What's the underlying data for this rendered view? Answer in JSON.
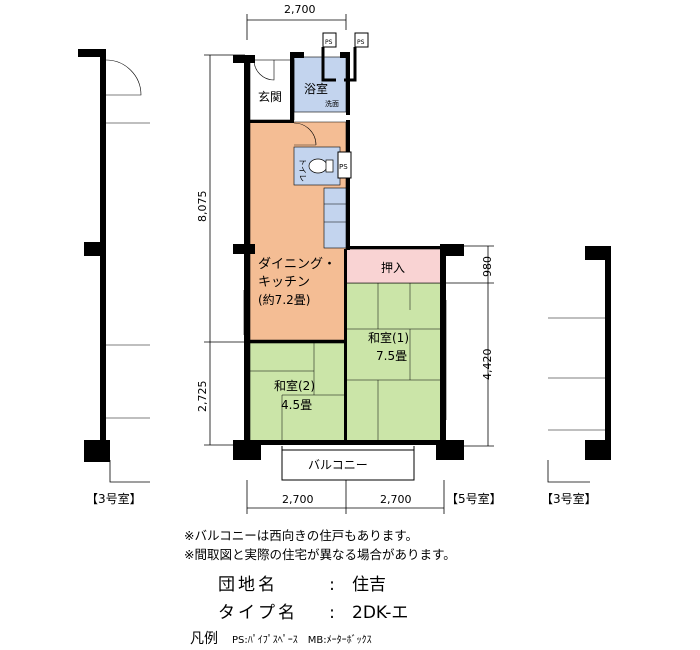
{
  "dimensions": {
    "top_width": "2,700",
    "left_height_upper": "8,075",
    "left_height_lower": "2,725",
    "right_height_upper": "980",
    "right_height_lower": "4,420",
    "bottom_left": "2,700",
    "bottom_right": "2,700"
  },
  "rooms": {
    "entrance": "玄関",
    "bath": "浴室",
    "wash": "洗面",
    "toilet": "トイレ",
    "ps": "PS",
    "dk_line1": "ダイニング・",
    "dk_line2": "キッチン",
    "dk_line3": "(約7.2畳)",
    "closet": "押入",
    "washitsu1_name": "和室(1)",
    "washitsu1_size": "7.5畳",
    "washitsu2_name": "和室(2)",
    "washitsu2_size": "4.5畳",
    "balcony": "バルコニー"
  },
  "neighbors": {
    "left": "【3号室】",
    "center": "【5号室】",
    "right": "【3号室】"
  },
  "notes": [
    "※バルコニーは西向きの住戸もあります。",
    "※間取図と実際の住宅が異なる場合があります。"
  ],
  "info": {
    "danchi_label": "団地名",
    "danchi_value": "住吉",
    "type_label": "タイプ名",
    "type_value": "2DK-エ",
    "separator": ":"
  },
  "legend": {
    "title": "凡例",
    "items": "PS:ﾊﾟｲﾌﾟｽﾍﾟｰｽ　MB:ﾒｰﾀｰﾎﾞｯｸｽ"
  },
  "colors": {
    "dining_kitchen": "#f4bd94",
    "washitsu": "#cbe5a8",
    "closet": "#f9d3d3",
    "bath": "#c3d4ee",
    "wall": "#000000"
  }
}
